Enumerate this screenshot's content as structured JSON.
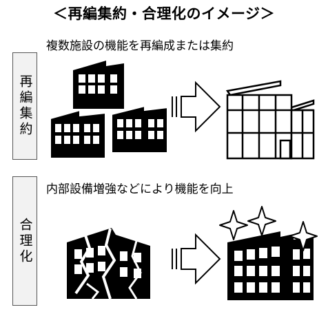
{
  "title": "＜再編集約・合理化のイメージ＞",
  "sections": [
    {
      "label": "再編集約",
      "caption": "複数施設の機能を再編成または集約"
    },
    {
      "label": "合理化",
      "caption": "内部設備増強などにより機能を向上"
    }
  ],
  "icons": {
    "arrow": "double-line-right-arrow",
    "sparkle": "four-point-star"
  }
}
